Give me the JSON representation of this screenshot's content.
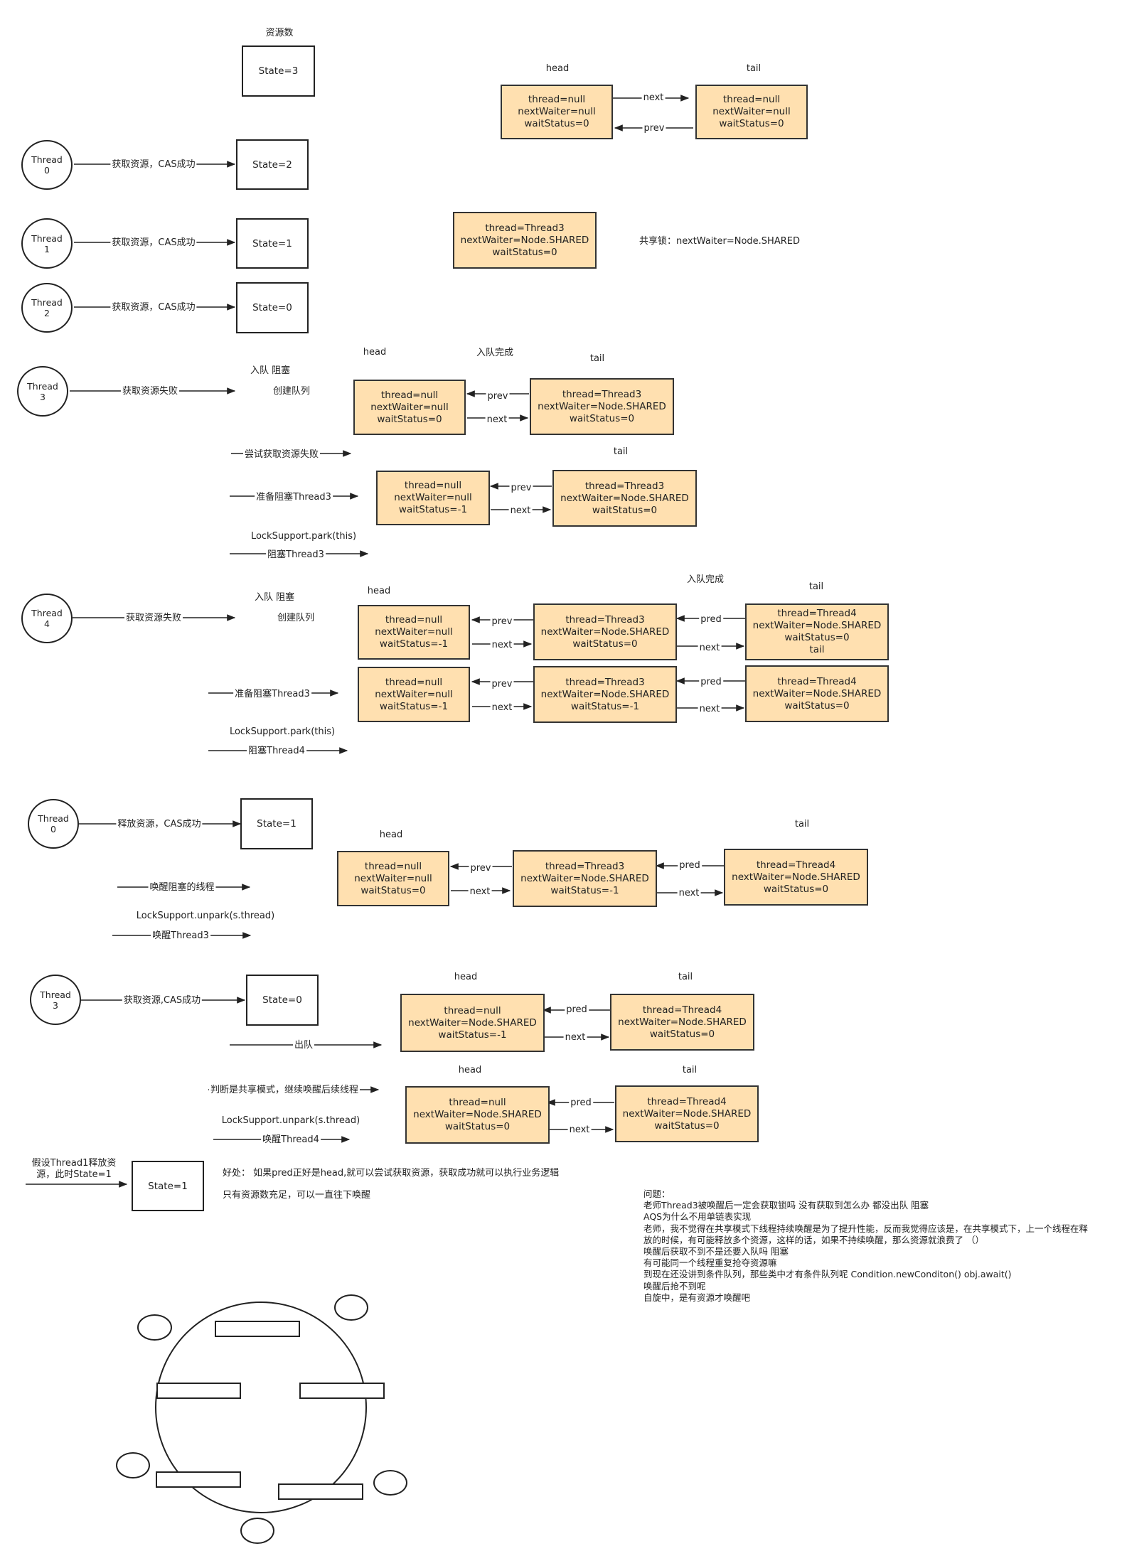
{
  "d1": {
    "title": "资源数",
    "state": "State=3"
  },
  "n": {
    "null0": [
      "thread=null",
      "nextWaiter=null",
      "waitStatus=0"
    ],
    "null_m1": [
      "thread=null",
      "nextWaiter=null",
      "waitStatus=-1"
    ],
    "t3_0": [
      "thread=Thread3",
      "nextWaiter=Node.SHARED",
      "waitStatus=0"
    ],
    "t3_m1": [
      "thread=Thread3",
      "nextWaiter=Node.SHARED",
      "waitStatus=-1"
    ],
    "t4_0": [
      "thread=Thread4",
      "nextWaiter=Node.SHARED",
      "waitStatus=0"
    ],
    "nullshared_m1": [
      "thread=null",
      "nextWaiter=Node.SHARED",
      "waitStatus=-1"
    ],
    "nullshared_0": [
      "thread=null",
      "nextWaiter=Node.SHARED",
      "waitStatus=0"
    ]
  },
  "lbl": {
    "head": "head",
    "tail": "tail",
    "next": "next",
    "prev": "prev",
    "pred": "pred",
    "enq_done": "入队完成"
  },
  "shared_note": "共享锁：nextWaiter=Node.SHARED",
  "threads": {
    "t0": [
      "Thread",
      "0"
    ],
    "t1": [
      "Thread",
      "1"
    ],
    "t2": [
      "Thread",
      "2"
    ],
    "t3": [
      "Thread",
      "3"
    ],
    "t4": [
      "Thread",
      "4"
    ]
  },
  "states": {
    "s2": "State=2",
    "s1": "State=1",
    "s0": "State=0"
  },
  "steps": {
    "cas_ok": "获取资源，CAS成功",
    "fail": "获取资源失败",
    "enq_block": "入队   阻塞",
    "create_q": "创建队列",
    "try_fail": "尝试获取资源失败",
    "prep_t3": "准备阻塞Thread3",
    "park": "LockSupport.park(this)",
    "block_t3": "阻塞Thread3",
    "prep_t4": "准备阻塞Thread3",
    "block_t4": "阻塞Thread4",
    "release": "释放资源，CAS成功",
    "wake_blocked": "唤醒阻塞的线程",
    "unpark": "LockSupport.unpark(s.thread)",
    "wake_t3": "唤醒Thread3",
    "acq_cas": "获取资源,CAS成功",
    "dequeue": "出队",
    "shared_mode": "判断是共享模式，继续唤醒后续线程",
    "unpark2": "LockSupport.unpark(s.thread)",
    "wake_t4": "唤醒Thread4",
    "assume": "假设Thread1释放资源，此时State=1",
    "benefit": "好处：   如果pred正好是head,就可以尝试获取资源，获取成功就可以执行业务逻辑",
    "only": "只有资源数充足，可以一直往下唤醒"
  },
  "questions": [
    "问题：",
    "老师Thread3被唤醒后一定会获取锁吗 没有获取到怎么办 都没出队     阻塞",
    "AQS为什么不用单链表实现",
    "老师，我不觉得在共享模式下线程持续唤醒是为了提升性能，反而我觉得应该是，在共享模式下，上一个线程在释",
    "放的时候，有可能释放多个资源，这样的话，如果不持续唤醒，那么资源就浪费了   （）",
    "唤醒后获取不到不是还要入队吗     阻塞",
    "有可能同一个线程重复抢夺资源嘛",
    "到现在还没讲到条件队列，那些类中才有条件队列呢      Condition.newConditon() obj.await()",
    "唤醒后抢不到呢",
    "自旋中，是有资源才唤醒吧"
  ]
}
